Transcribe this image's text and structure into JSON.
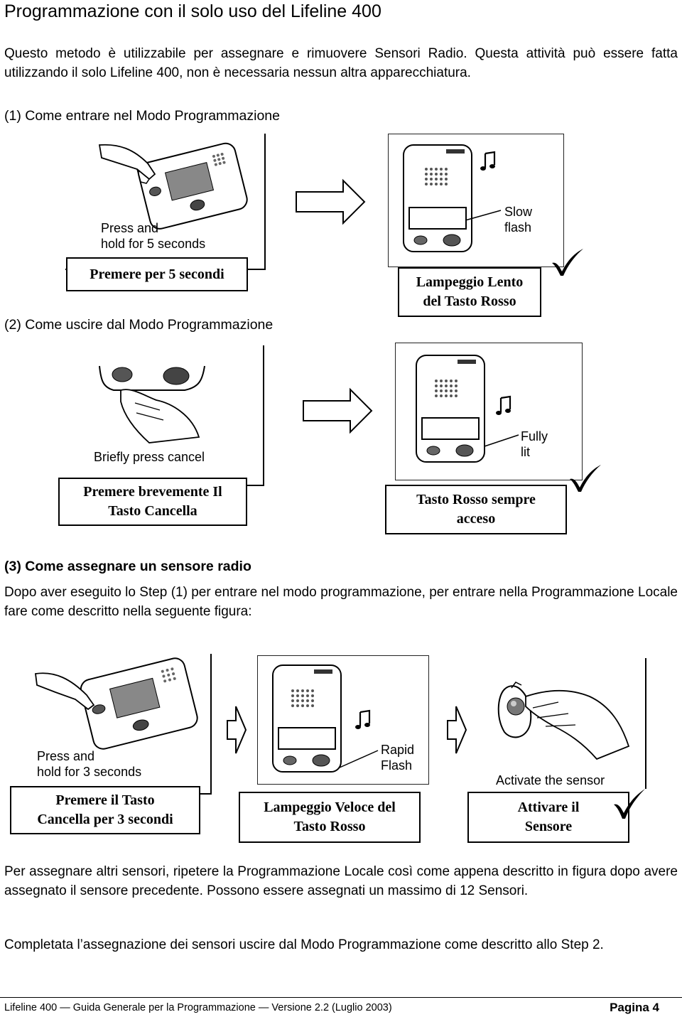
{
  "title": "Programmazione con il solo uso del Lifeline 400",
  "intro": "Questo metodo è utilizzabile per assegnare e rimuovere Sensori Radio. Questa attività può essere fatta utilizzando il solo Lifeline 400, non è necessaria nessun altra apparecchiatura.",
  "step1": {
    "heading": "(1) Come entrare nel Modo Programmazione",
    "left_label": [
      "Press and",
      "hold for 5 seconds"
    ],
    "left_caption": "Premere per 5 secondi",
    "right_label": [
      "Slow",
      "flash"
    ],
    "right_caption": [
      "Lampeggio Lento",
      "del Tasto Rosso"
    ]
  },
  "step2": {
    "heading": "(2) Come uscire dal Modo Programmazione",
    "left_label": "Briefly press cancel",
    "left_caption": [
      "Premere brevemente Il",
      "Tasto Cancella"
    ],
    "right_label": [
      "Fully",
      "lit"
    ],
    "right_caption": [
      "Tasto Rosso sempre",
      "acceso"
    ]
  },
  "step3": {
    "heading": "(3) Come assegnare un sensore radio",
    "text": "Dopo aver eseguito lo Step (1) per entrare nel modo programmazione, per entrare nella Programmazione Locale fare come descritto nella seguente figura:",
    "panel1_label": [
      "Press and",
      "hold for 3 seconds"
    ],
    "panel1_caption": [
      "Premere il Tasto",
      "Cancella per 3 secondi"
    ],
    "panel2_label": [
      "Rapid",
      "Flash"
    ],
    "panel2_caption": [
      "Lampeggio Veloce del",
      "Tasto Rosso"
    ],
    "panel3_label": "Activate the sensor",
    "panel3_caption": [
      "Attivare il",
      "Sensore"
    ]
  },
  "para_more": "Per assegnare altri sensori, ripetere la Programmazione Locale così come appena descritto in figura dopo avere assegnato il sensore precedente. Possono essere assegnati un massimo di 12 Sensori.",
  "para_end": "Completata l’assegnazione dei sensori uscire dal Modo Programmazione come descritto allo Step 2.",
  "footer": {
    "left": "Lifeline 400 — Guida Generale per la Programmazione — Versione 2.2 (Luglio 2003)",
    "right": "Pagina 4"
  },
  "icons": [
    "device-icon",
    "hand-icon",
    "music-note-icon",
    "checkmark-icon",
    "arrow-right-icon",
    "sensor-pendant-icon"
  ]
}
